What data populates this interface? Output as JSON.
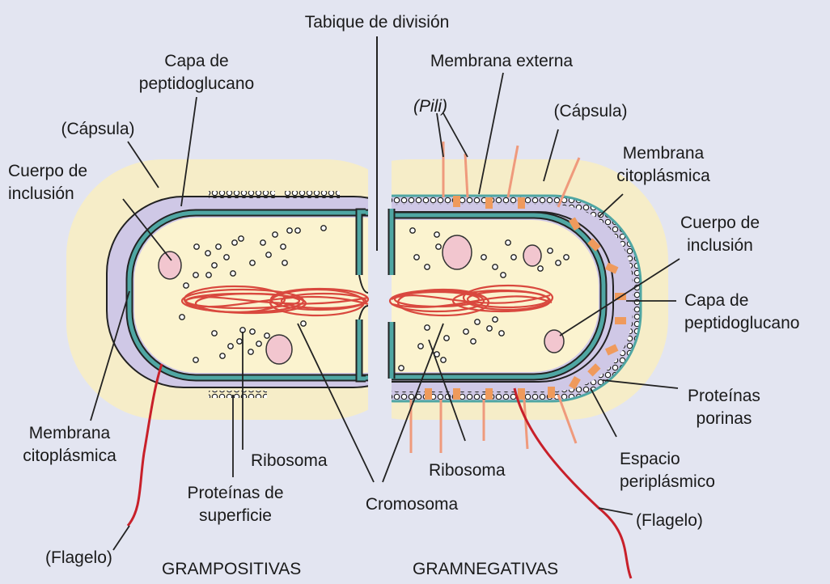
{
  "labels": {
    "septum": "Tabique de división",
    "outer_membrane": "Membrana externa",
    "pili": "(Pili)",
    "capsule_right": "(Cápsula)",
    "cyto_membrane_right": "Membrana\ncitoplásmica",
    "inclusion_right": "Cuerpo de\ninclusión",
    "peptidoglycan_right": "Capa de\npeptidoglucano",
    "porins": "Proteínas\nporinas",
    "periplasm": "Espacio\nperiplásmico",
    "flagellum_right": "(Flagelo)",
    "peptidoglycan_left": "Capa de\npeptidoglucano",
    "capsule_left": "(Cápsula)",
    "inclusion_left": "Cuerpo de\ninclusión",
    "cyto_membrane_left": "Membrana\ncitoplásmica",
    "ribosome_left": "Ribosoma",
    "surface_proteins": "Proteínas de\nsuperficie",
    "flagellum_left": "(Flagelo)",
    "chromosome": "Cromosoma",
    "ribosome_right": "Ribosoma",
    "gram_positive": "GRAMPOSITIVAS",
    "gram_negative": "GRAMNEGATIVAS"
  },
  "colors": {
    "background": "#e3e5f1",
    "capsule": "#f6edc8",
    "peptidoglycan": "#cfc8e6",
    "membrane": "#4fa6a3",
    "cytoplasm": "#fbf3cf",
    "chromosome": "#d9483e",
    "porin": "#ef9a5c",
    "pili": "#ef9a7c",
    "flagellum": "#c8202a",
    "inclusion": "#f2c6cf"
  }
}
